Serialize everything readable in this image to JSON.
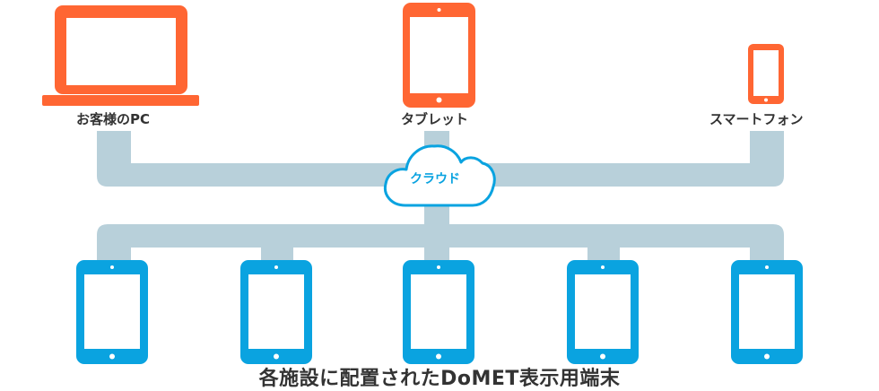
{
  "colors": {
    "accent_orange": "#ff6633",
    "accent_blue": "#0aa3e0",
    "connector": "#b8d0da",
    "text": "#333333",
    "cloud_fill": "#ffffff",
    "cloud_stroke": "#0aa3e0"
  },
  "top_devices": [
    {
      "icon": "laptop-icon",
      "label": "お客様のPC"
    },
    {
      "icon": "tablet-icon",
      "label": "タブレット"
    },
    {
      "icon": "smartphone-icon",
      "label": "スマートフォン"
    }
  ],
  "cloud": {
    "icon": "cloud-icon",
    "label": "クラウド"
  },
  "bottom_devices": {
    "icon": "tablet-icon",
    "count": 5
  },
  "caption": "各施設に配置されたDoMET表示用端末"
}
